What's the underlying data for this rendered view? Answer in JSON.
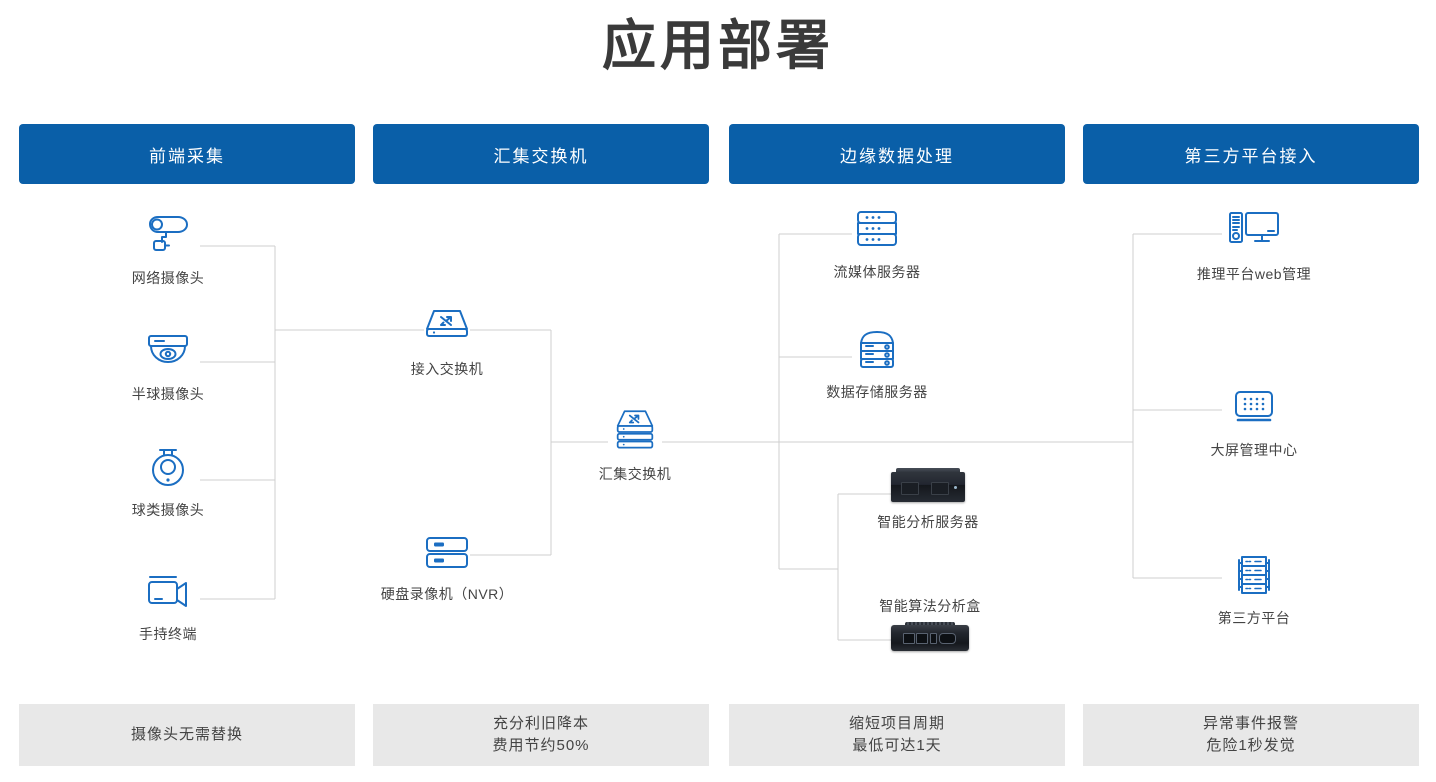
{
  "title": "应用部署",
  "colors": {
    "header_blue": "#0a5fa8",
    "icon_blue": "#1b6ec2",
    "wire_gray": "#cfcfcf",
    "footer_bg": "#e8e8e8",
    "text_dark": "#3a3a3a"
  },
  "columns": [
    {
      "header": "前端采集"
    },
    {
      "header": "汇集交换机"
    },
    {
      "header": "边缘数据处理"
    },
    {
      "header": "第三方平台接入"
    }
  ],
  "nodes": {
    "ip_camera": "网络摄像头",
    "dome_camera": "半球摄像头",
    "ptz_camera": "球类摄像头",
    "handheld_terminal": "手持终端",
    "access_switch": "接入交换机",
    "nvr": "硬盘录像机（NVR）",
    "aggregation_switch": "汇集交换机",
    "streaming_server": "流媒体服务器",
    "storage_server": "数据存储服务器",
    "ai_analysis_server": "智能分析服务器",
    "ai_algorithm_box": "智能算法分析盒",
    "inference_web_admin": "推理平台web管理",
    "video_wall_center": "大屏管理中心",
    "third_party_platform": "第三方平台"
  },
  "footers": [
    {
      "line1": "摄像头无需替换",
      "line2": ""
    },
    {
      "line1": "充分利旧降本",
      "line2": "费用节约50%"
    },
    {
      "line1": "缩短项目周期",
      "line2": "最低可达1天"
    },
    {
      "line1": "异常事件报警",
      "line2": "危险1秒发觉"
    }
  ]
}
